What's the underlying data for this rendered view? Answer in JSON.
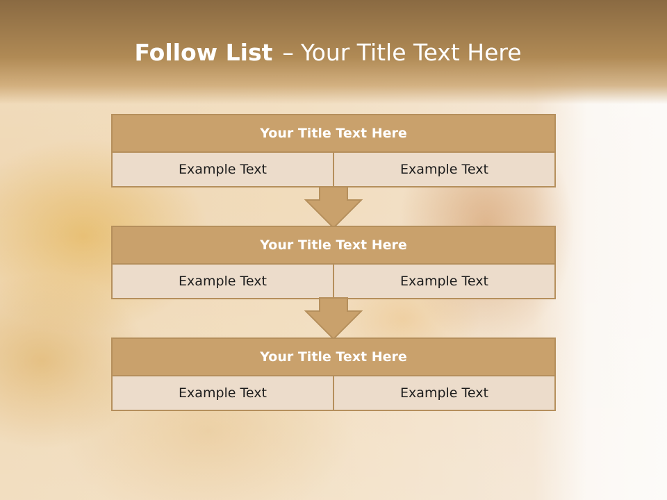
{
  "title": {
    "bold": "Follow List",
    "dash": "–",
    "rest": "Your Title Text Here"
  },
  "flow": {
    "blocks": [
      {
        "title": "Your Title Text Here",
        "left": "Example Text",
        "right": "Example Text"
      },
      {
        "title": "Your Title Text Here",
        "left": "Example Text",
        "right": "Example Text"
      },
      {
        "title": "Your Title Text Here",
        "left": "Example Text",
        "right": "Example Text"
      }
    ]
  },
  "colors": {
    "header_fill": "#c9a16c",
    "cell_fill": "#ecdccb",
    "border": "#b58f5c",
    "title_band": "#8a6a42"
  },
  "icons": {
    "connector": "down-arrow-icon"
  }
}
